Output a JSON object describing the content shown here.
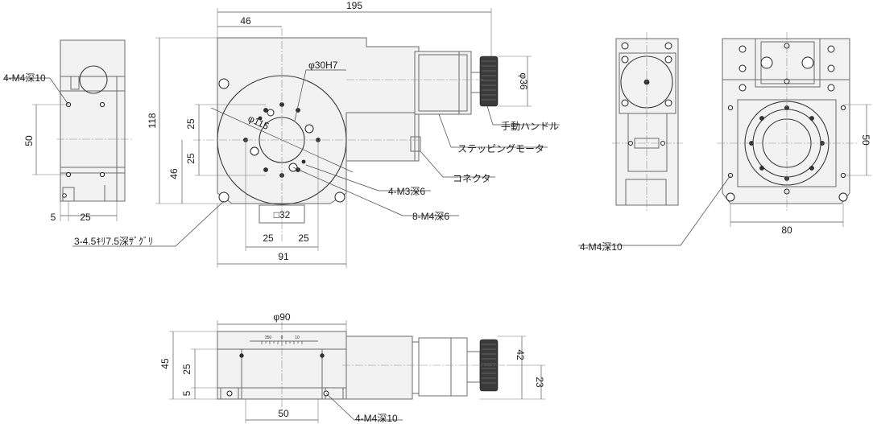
{
  "labels": {
    "dim_195": "195",
    "dim_46_top": "46",
    "dim_phi30h7": "φ30H7",
    "dim_phi36": "φ36",
    "dim_118": "118",
    "dim_25_a": "25",
    "dim_25_b": "25",
    "dim_46_left": "46",
    "dim_phi115": "φ115",
    "dim_sq32": "□32",
    "dim_25_c": "25",
    "dim_25_d": "25",
    "dim_91": "91",
    "side_m4": "4-M4深10",
    "side_50": "50",
    "side_5": "5",
    "side_25": "25",
    "note_counterbore": "3-4.5ｷﾘ7.5深ｻﾞｸﾞﾘ",
    "note_handle": "手動ハンドル",
    "note_motor": "ステッピングモータ",
    "note_connector": "コネクタ",
    "note_m3": "4-M3深6",
    "note_m4_8": "8-M4深6",
    "right_m4": "4-M4深10",
    "right_80": "80",
    "right_50": "50",
    "front_phi90": "φ90",
    "front_45": "45",
    "front_25": "25",
    "front_5": "5",
    "front_50": "50",
    "front_42": "42",
    "front_23": "23",
    "front_m4": "4-M4深10",
    "scale_l": "350",
    "scale_0": "0",
    "scale_r": "10"
  },
  "colors": {
    "line": "#6b6b6b",
    "text": "#1a1a1a",
    "fill": "#f2f2f2"
  }
}
